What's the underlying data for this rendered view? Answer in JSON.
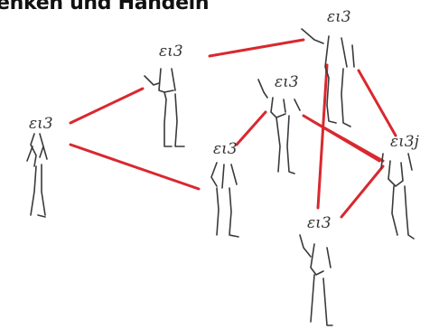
{
  "header": {
    "title": "enken und Handeln"
  },
  "figures": [
    {
      "id": "far-left",
      "label": "ει3"
    },
    {
      "id": "upper-left",
      "label": "ει3"
    },
    {
      "id": "top-right",
      "label": "ει3"
    },
    {
      "id": "center",
      "label": "ει3"
    },
    {
      "id": "middle",
      "label": "ει3"
    },
    {
      "id": "far-right",
      "label": "ει3j"
    },
    {
      "id": "bottom",
      "label": "ει3"
    }
  ],
  "colors": {
    "connection": "#d9282f",
    "pencil": "#3a3a3a"
  },
  "icons": [
    "stick-figure-icon"
  ]
}
